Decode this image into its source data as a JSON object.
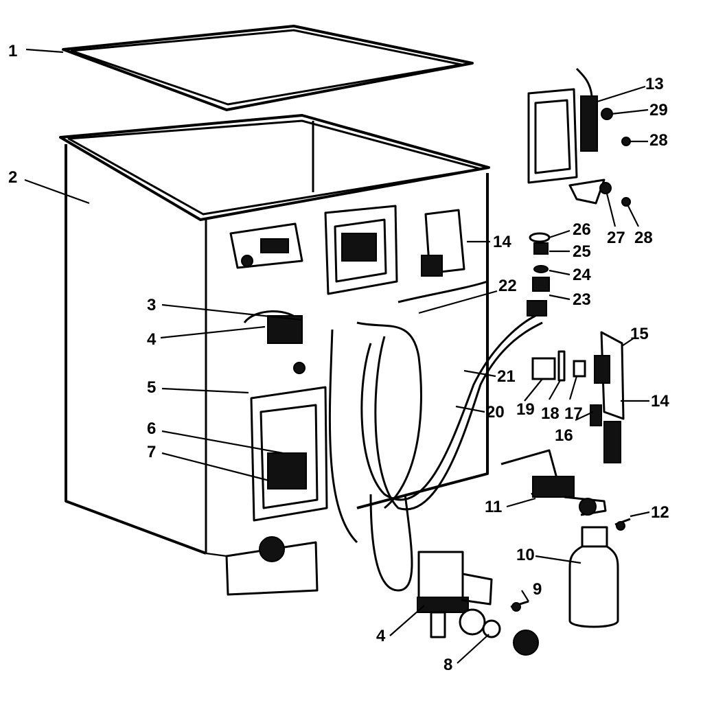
{
  "labels": {
    "l1": "1",
    "l2": "2",
    "l3": "3",
    "l4a": "4",
    "l4b": "4",
    "l5": "5",
    "l6": "6",
    "l7": "7",
    "l8": "8",
    "l9": "9",
    "l10": "10",
    "l11": "11",
    "l12": "12",
    "l13": "13",
    "l14a": "14",
    "l14b": "14",
    "l15": "15",
    "l16": "16",
    "l17": "17",
    "l18": "18",
    "l19": "19",
    "l20": "20",
    "l21": "21",
    "l22": "22",
    "l23": "23",
    "l24": "24",
    "l25": "25",
    "l26": "26",
    "l27": "27",
    "l28a": "28",
    "l28b": "28",
    "l29": "29"
  }
}
